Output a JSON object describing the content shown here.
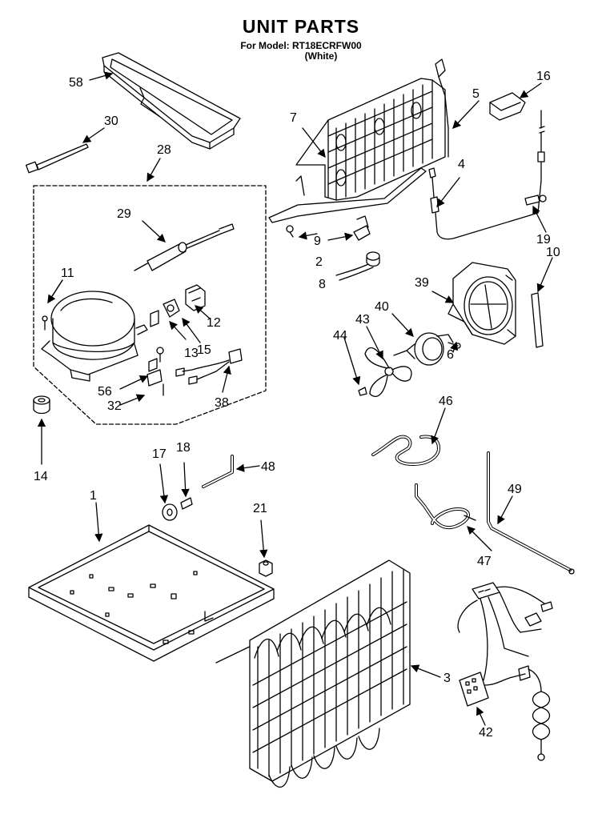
{
  "header": {
    "title": "UNIT PARTS",
    "model": "For Model: RT18ECRFW00",
    "color": "(White)"
  },
  "callouts": {
    "p1": "1",
    "p2": "2",
    "p3": "3",
    "p4": "4",
    "p5": "5",
    "p6": "6",
    "p7": "7",
    "p8": "8",
    "p9": "9",
    "p10": "10",
    "p11": "11",
    "p12": "12",
    "p13": "13",
    "p14": "14",
    "p15": "15",
    "p16": "16",
    "p17": "17",
    "p18": "18",
    "p19": "19",
    "p21": "21",
    "p28": "28",
    "p29": "29",
    "p30": "30",
    "p32": "32",
    "p38": "38",
    "p39": "39",
    "p40": "40",
    "p42": "42",
    "p43": "43",
    "p44": "44",
    "p46": "46",
    "p47": "47",
    "p48": "48",
    "p49": "49",
    "p56": "56",
    "p58": "58"
  }
}
